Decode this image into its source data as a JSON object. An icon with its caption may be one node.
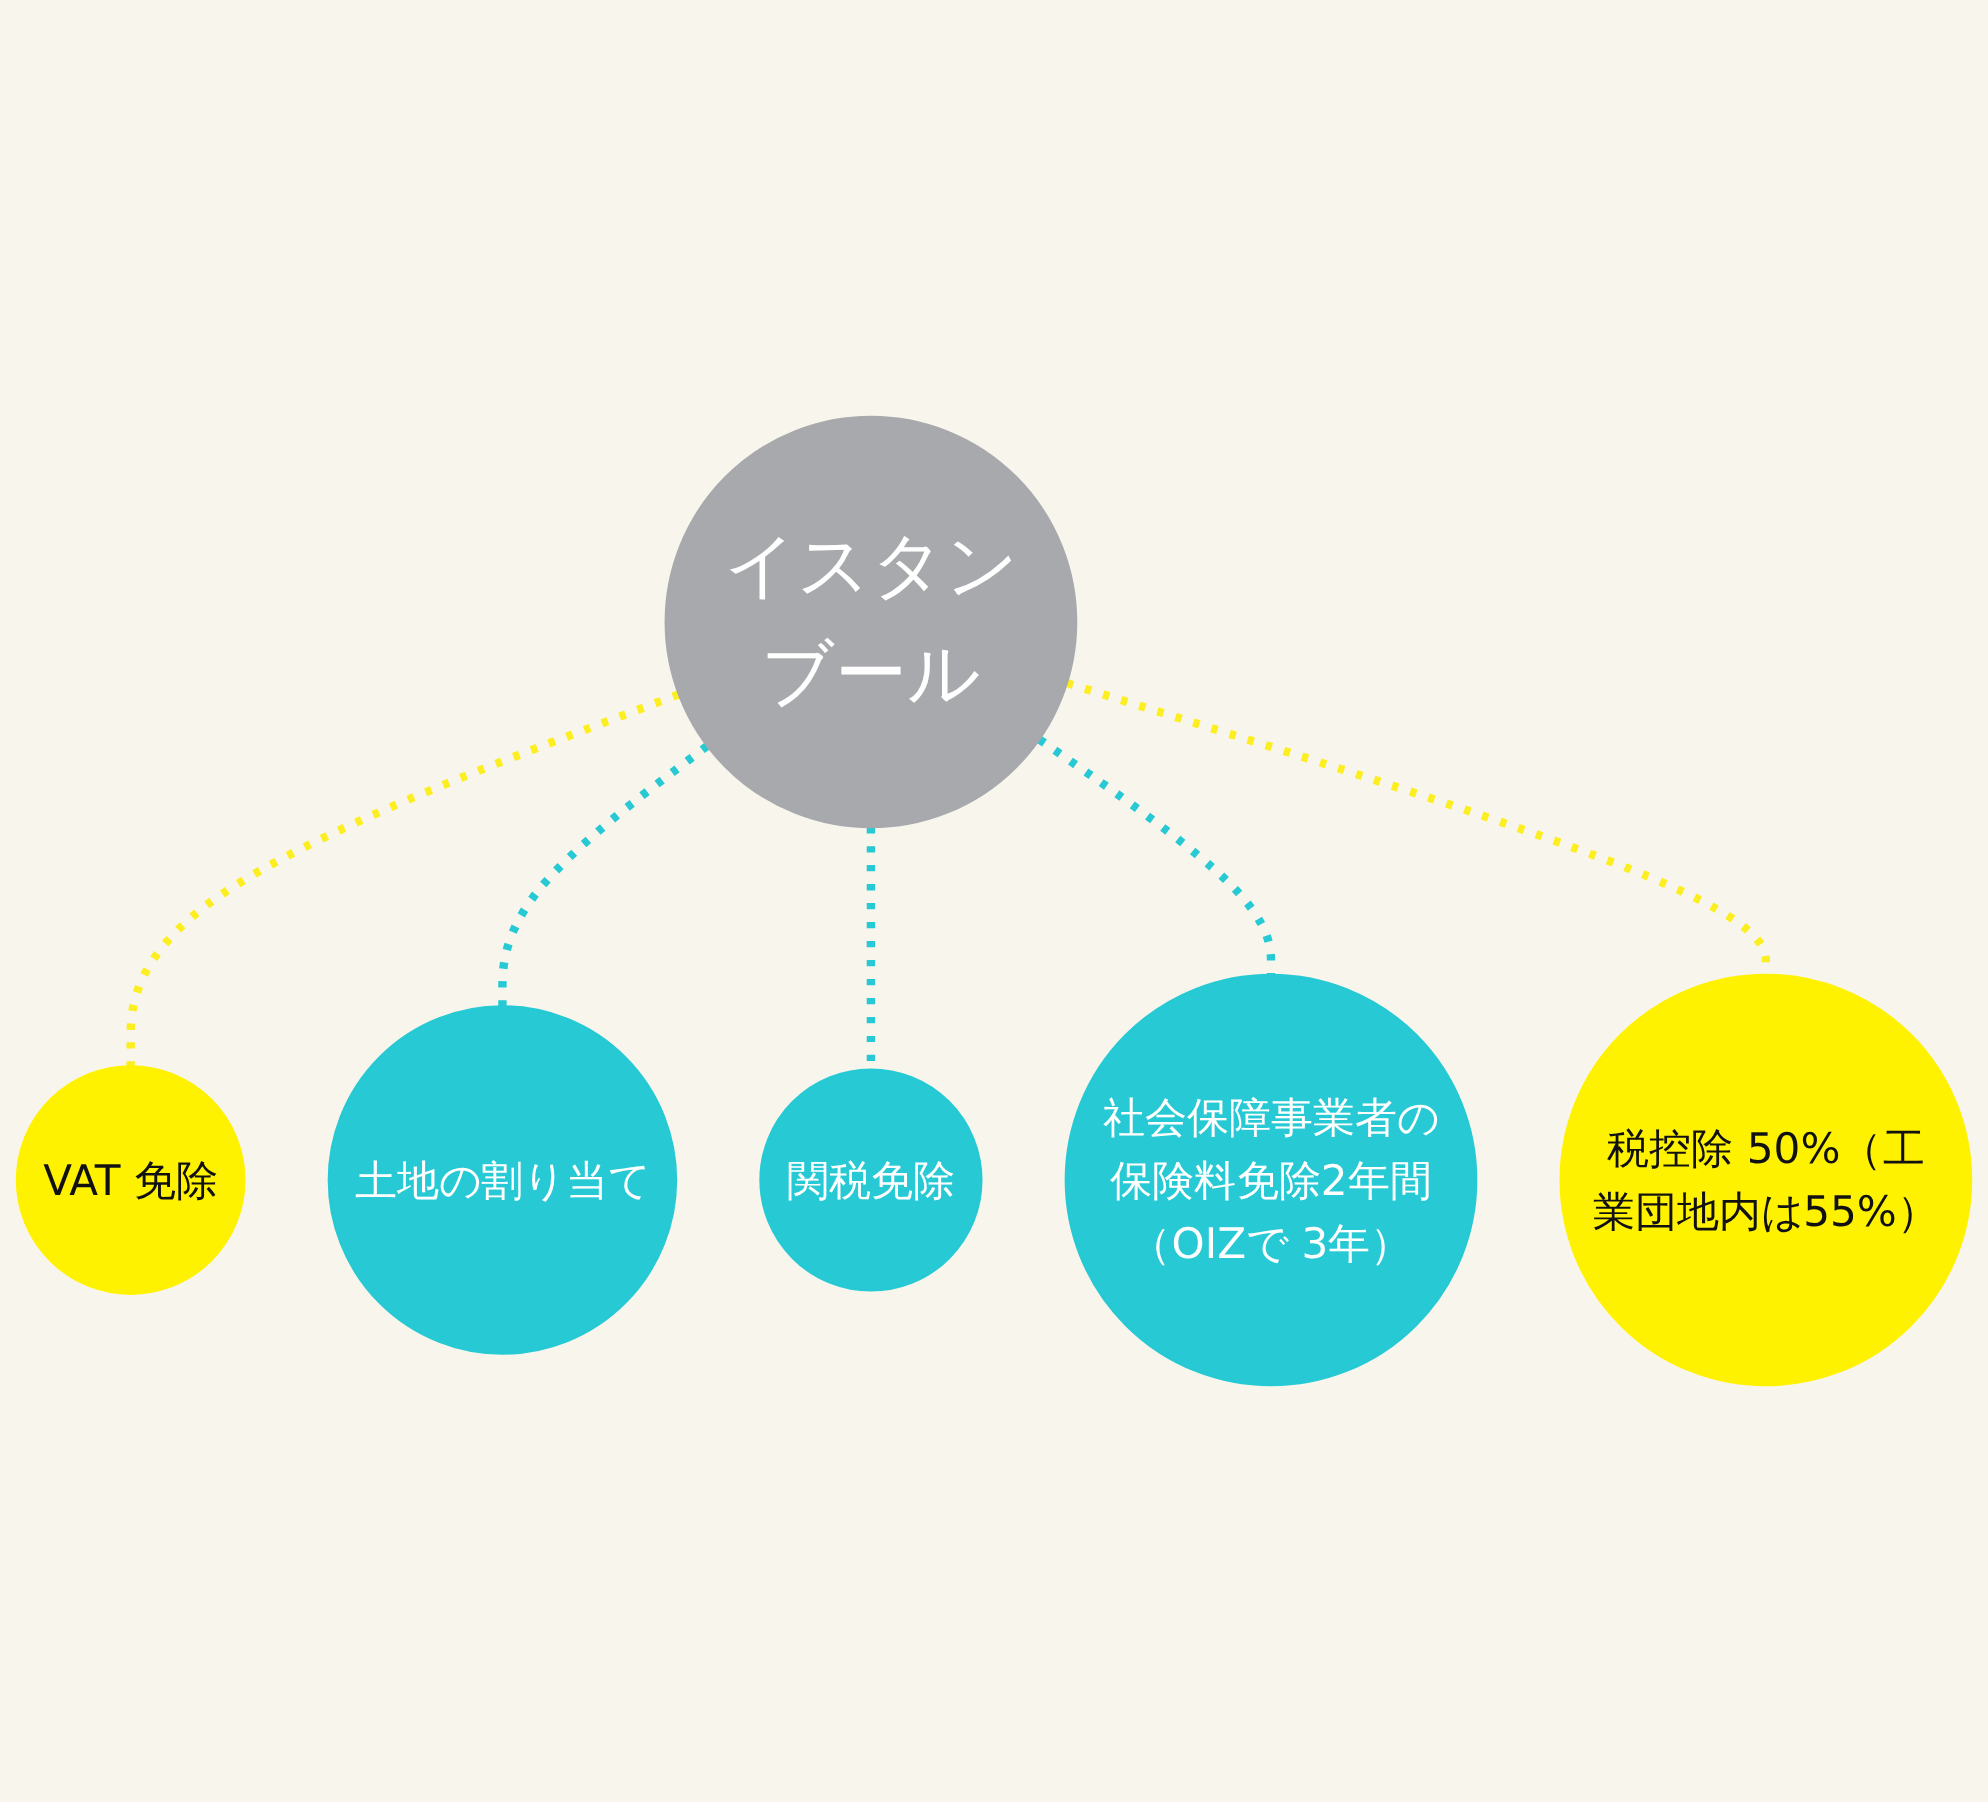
{
  "diagram": {
    "nodes": [
      {
        "text": [
          "VAT 免除"
        ]
      },
      {
        "text": [
          "土地の割り当て"
        ]
      },
      {
        "text": [
          "関税免除"
        ]
      },
      {
        "text": [
          "イスタンブール"
        ]
      },
      {
        "text": [
          "社会保障事業者の保険料免除2年間（OIZで 3年）"
        ]
      },
      {
        "text": [
          "税控除 50%（工業団地内は55%）"
        ]
      }
    ],
    "edges": [
      {
        "from": 3,
        "to": 0,
        "arrow": "none",
        "style": "dashed",
        "color": "#fcee21"
      },
      {
        "from": 3,
        "to": 1,
        "arrow": "none",
        "style": "dashed"
      },
      {
        "from": 3,
        "to": 2,
        "arrow": "none",
        "style": "dashed"
      },
      {
        "from": 3,
        "to": 4,
        "arrow": "none",
        "style": "dashed"
      },
      {
        "from": 3,
        "to": 5,
        "arrow": "none",
        "style": "dashed",
        "color": "#fcee21"
      }
    ]
  }
}
